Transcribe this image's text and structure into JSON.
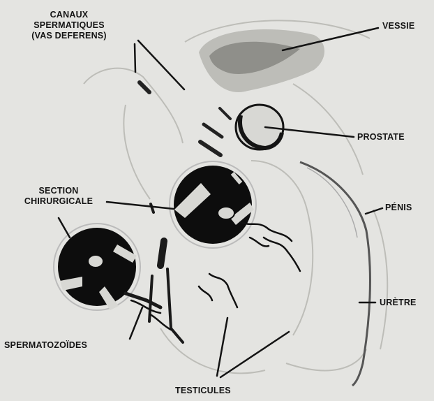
{
  "diagram": {
    "labels": {
      "vas_deferens": [
        "CANAUX",
        "SPERMATIQUES",
        "(VAS DEFERENS)"
      ],
      "bladder": "VESSIE",
      "prostate": "PROSTATE",
      "penis": "PÉNIS",
      "urethra": "URÈTRE",
      "surgical_section": [
        "SECTION",
        "CHIRURGICALE"
      ],
      "sperm": "SPERMATOZOÏDES",
      "testicles": "TESTICULES"
    },
    "colors": {
      "background": "#e4e4e1",
      "ink": "#141414",
      "outline": "#b9b9b4",
      "shadow": "#6f6f6b"
    }
  }
}
